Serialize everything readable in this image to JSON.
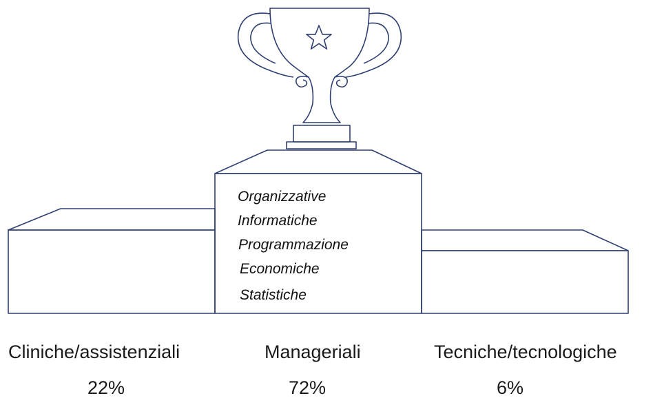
{
  "podium": {
    "left": {
      "category": "Cliniche/assistenziali",
      "percent": "22%"
    },
    "center": {
      "category": "Manageriali",
      "percent": "72%",
      "skills": [
        "Organizzative",
        "Informatiche",
        "Programmazione",
        "Economiche",
        "Statistiche"
      ]
    },
    "right": {
      "category": "Tecniche/tecnologiche",
      "percent": "6%"
    }
  },
  "colors": {
    "outline": "#2f3f72",
    "text": "#1a1a1a"
  },
  "icons": {
    "trophy": "trophy-icon",
    "star": "star-icon"
  }
}
